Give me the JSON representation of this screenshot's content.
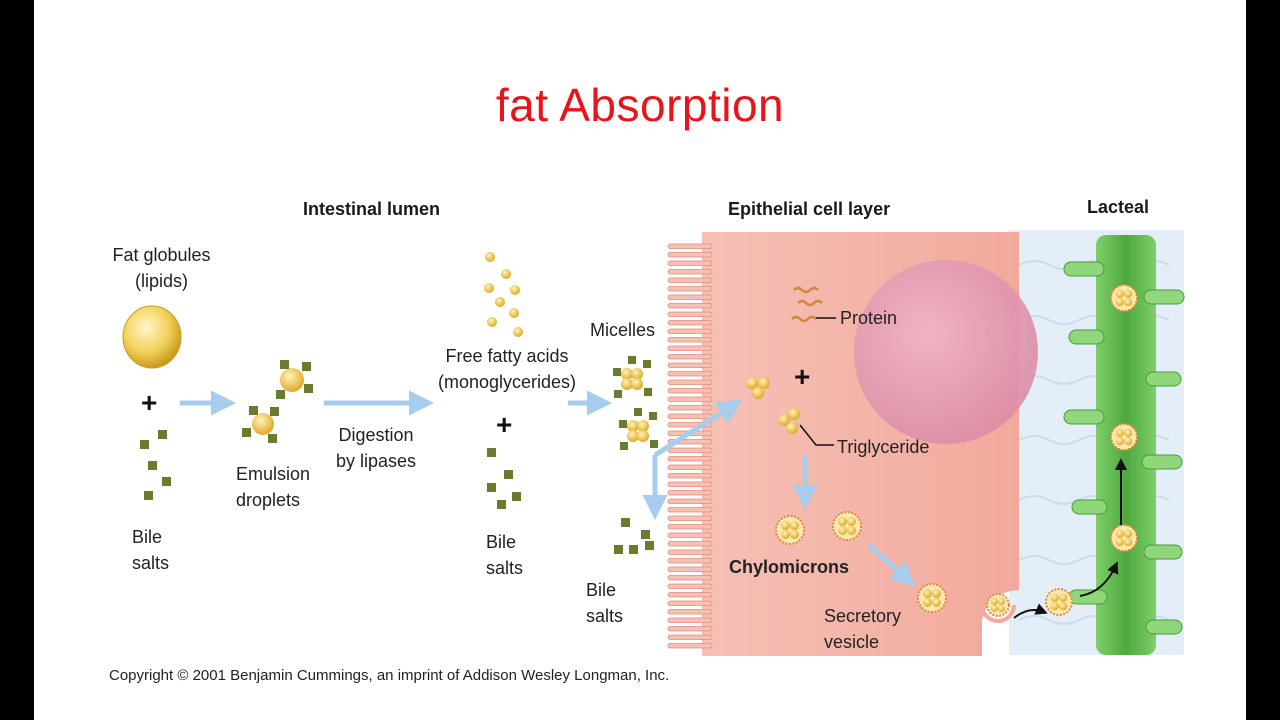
{
  "title": "fat  Absorption",
  "headers": {
    "intestinal_lumen": "Intestinal lumen",
    "epithelial_cell_layer": "Epithelial cell layer",
    "lacteal": "Lacteal"
  },
  "labels": {
    "fat_globules_1": "Fat globules",
    "fat_globules_2": "(lipids)",
    "bile_salts_a1": "Bile",
    "bile_salts_a2": "salts",
    "emulsion_1": "Emulsion",
    "emulsion_2": "droplets",
    "digestion_1": "Digestion",
    "digestion_2": "by lipases",
    "ffa_1": "Free fatty acids",
    "ffa_2": "(monoglycerides)",
    "bile_salts_b1": "Bile",
    "bile_salts_b2": "salts",
    "micelles": "Micelles",
    "bile_salts_c1": "Bile",
    "bile_salts_c2": "salts",
    "protein": "Protein",
    "triglyceride": "Triglyceride",
    "chylomicrons": "Chylomicrons",
    "secretory_1": "Secretory",
    "secretory_2": "vesicle",
    "plus": "+"
  },
  "copyright": "Copyright © 2001 Benjamin Cummings, an imprint of Addison Wesley Longman, Inc.",
  "colors": {
    "title": "#e8141b",
    "arrow": "#a7cdee",
    "cell": "#f3aea2",
    "nucleus": "#e59bb0",
    "lacteal": "#6cbf5a",
    "bile_salt": "#6a7a2e",
    "lipid": "#f2c94c"
  }
}
